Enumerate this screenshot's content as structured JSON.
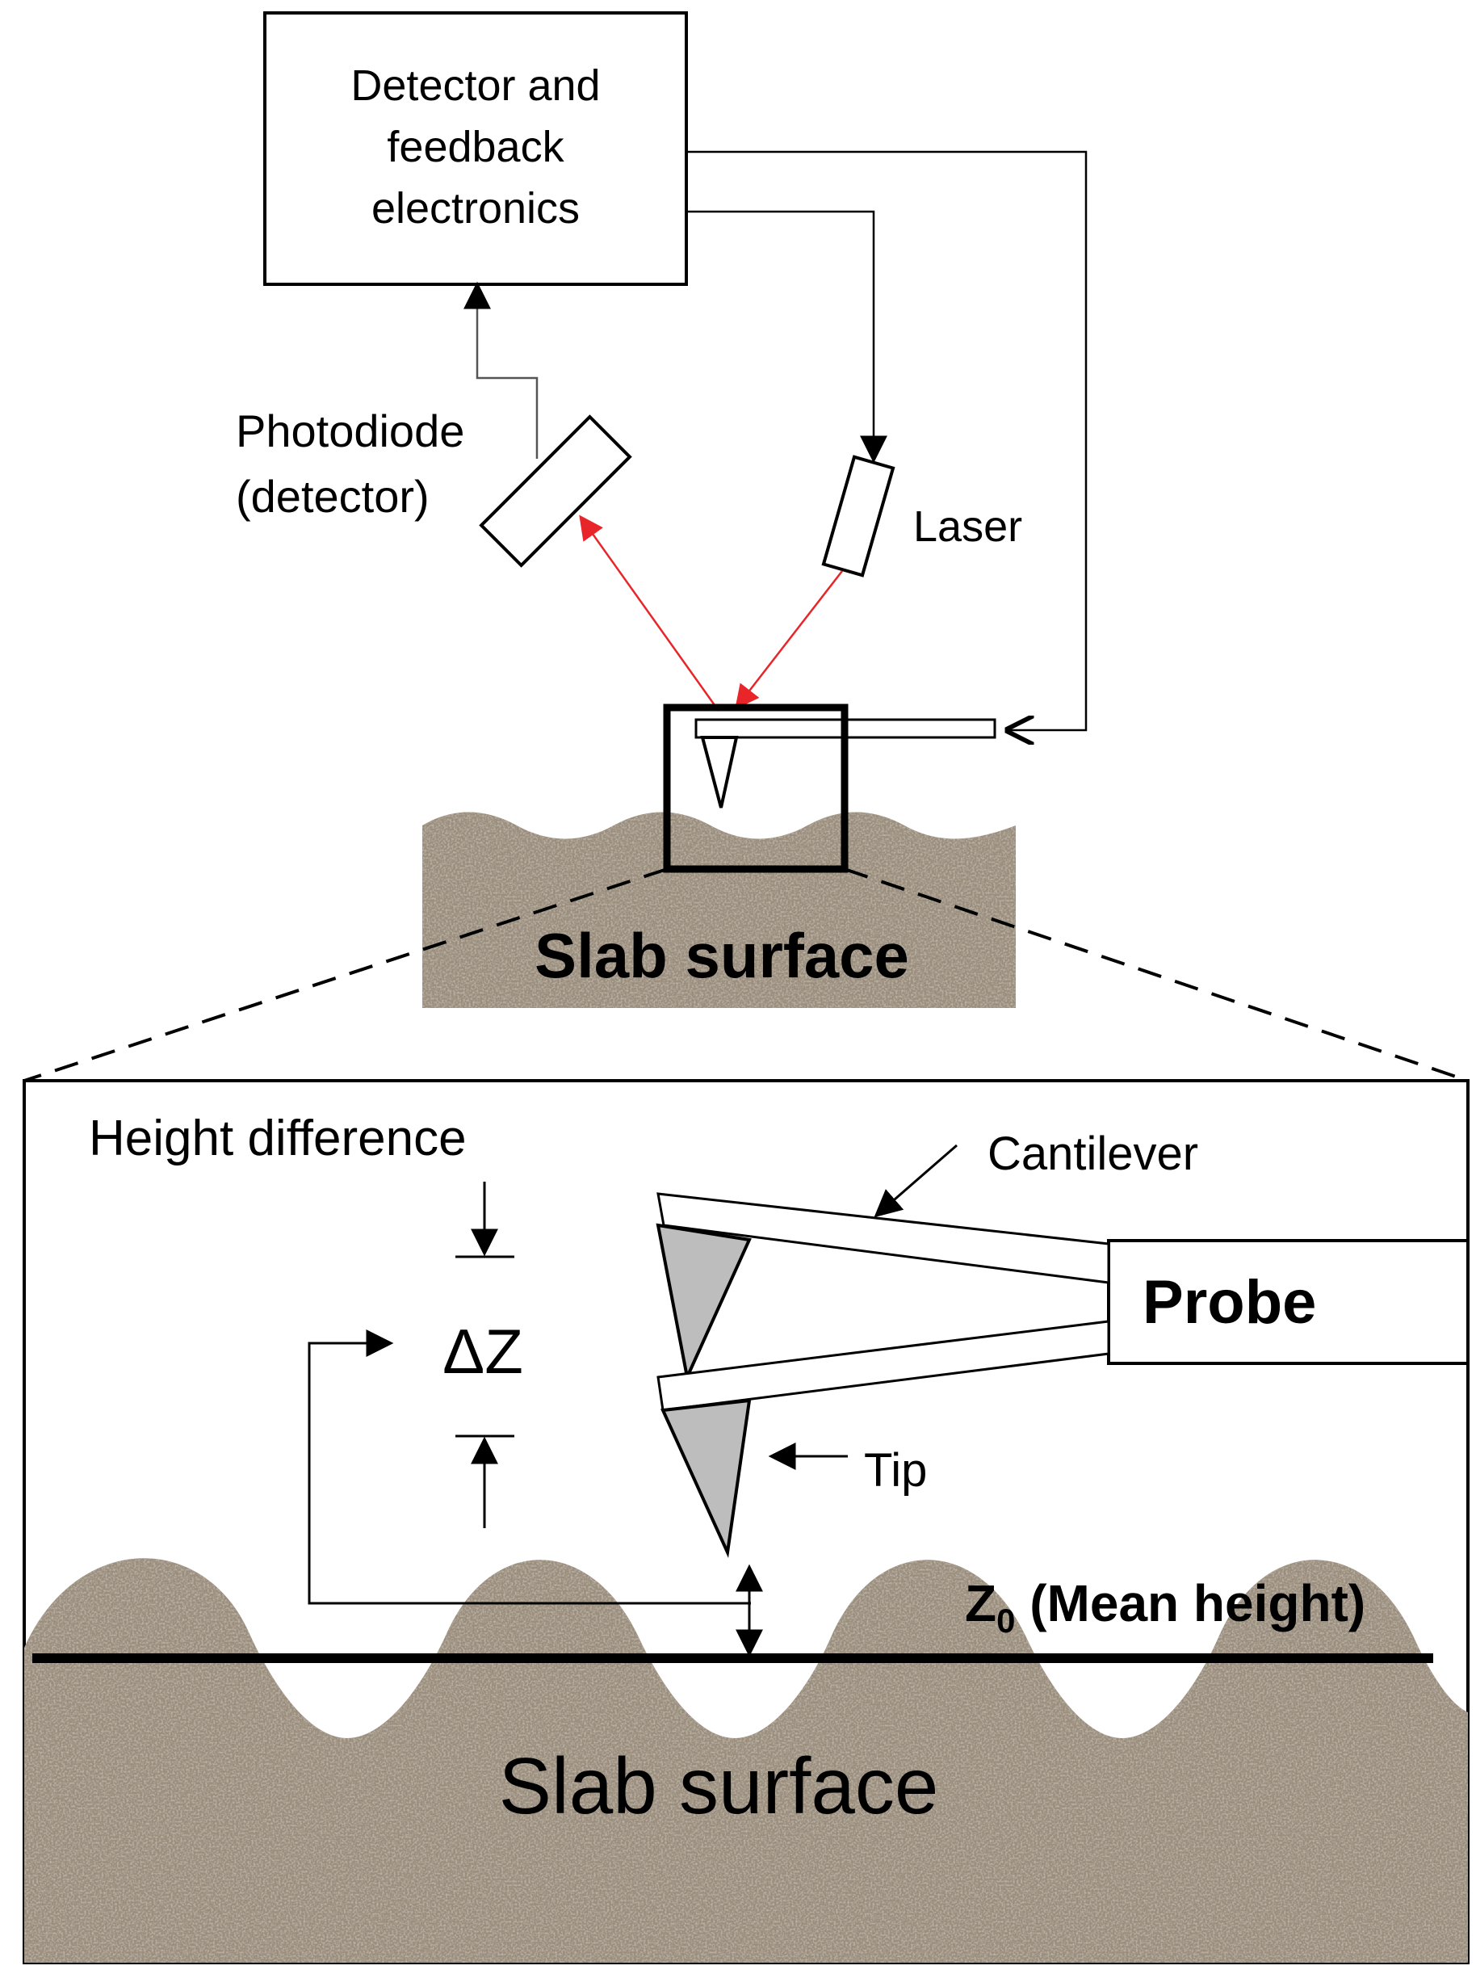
{
  "controller": {
    "line1": "Detector and",
    "line2": "feedback",
    "line3": "electronics"
  },
  "photodiode": {
    "line1": "Photodiode",
    "line2": "(detector)"
  },
  "laser": {
    "label": "Laser"
  },
  "overview": {
    "surface_label": "Slab surface"
  },
  "detail": {
    "height_difference_label": "Height difference",
    "delta_z_label": "ΔZ",
    "cantilever_label": "Cantilever",
    "probe_label": "Probe",
    "tip_label": "Tip",
    "mean_height_symbol": "Z",
    "mean_height_subscript": "0",
    "mean_height_text": " (Mean height)",
    "surface_label": "Slab surface"
  },
  "colors": {
    "line": "#000000",
    "laser_beam": "#e8262a",
    "tip_fill": "#bdbdbd",
    "surface_base": "#9a8d7c",
    "background": "#ffffff"
  },
  "icons": [
    "arrow-head",
    "photodiode-shape",
    "laser-shape",
    "cantilever-shape",
    "tip-shape"
  ]
}
